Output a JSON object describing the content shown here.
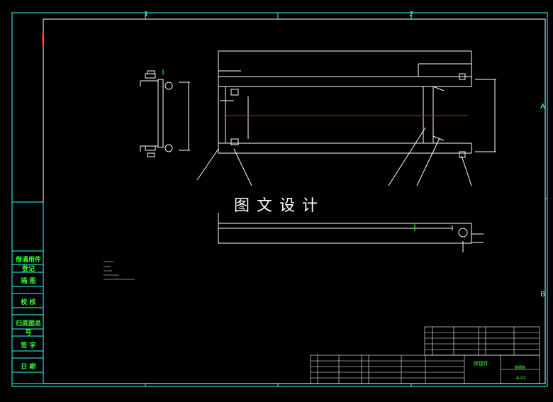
{
  "watermark": "图文设计",
  "zones": {
    "top": [
      "1",
      "2"
    ],
    "right": [
      "A",
      "B"
    ]
  },
  "side_panel": [
    "借通用件登记",
    "描 图",
    "校 核",
    "归底图总号",
    "签 字",
    "日 期"
  ],
  "title_block": {
    "part_name": "焊接件",
    "material": "碳钢板",
    "drawing_no": "A-02"
  },
  "colors": {
    "frame": "#3ff",
    "outline": "#fff",
    "centerline": "#f00",
    "text": "#3f3"
  }
}
